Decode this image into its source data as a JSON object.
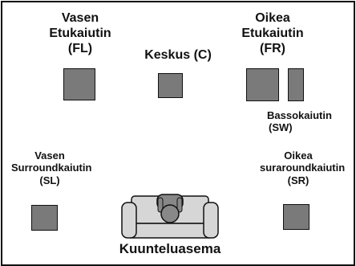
{
  "speakers": {
    "fl": {
      "line1": "Vasen",
      "line2": "Etukaiutin",
      "line3": "(FL)"
    },
    "center": {
      "line1": "Keskus (C)"
    },
    "fr": {
      "line1": "Oikea",
      "line2": "Etukaiutin",
      "line3": "(FR)"
    },
    "sw": {
      "line1": "Bassokaiutin",
      "line2": "(SW)"
    },
    "sl": {
      "line1": "Vasen",
      "line2": "Surroundkaiutin",
      "line3": "(SL)"
    },
    "sr": {
      "line1": "Oikea",
      "line2": "suraroundkaiutin",
      "line3": "(SR)"
    }
  },
  "listening_position": {
    "label": "Kuunteluasema"
  },
  "colors": {
    "speaker": "#7a7a7a",
    "sofa": "#d6d6d6",
    "outline": "#111111"
  }
}
